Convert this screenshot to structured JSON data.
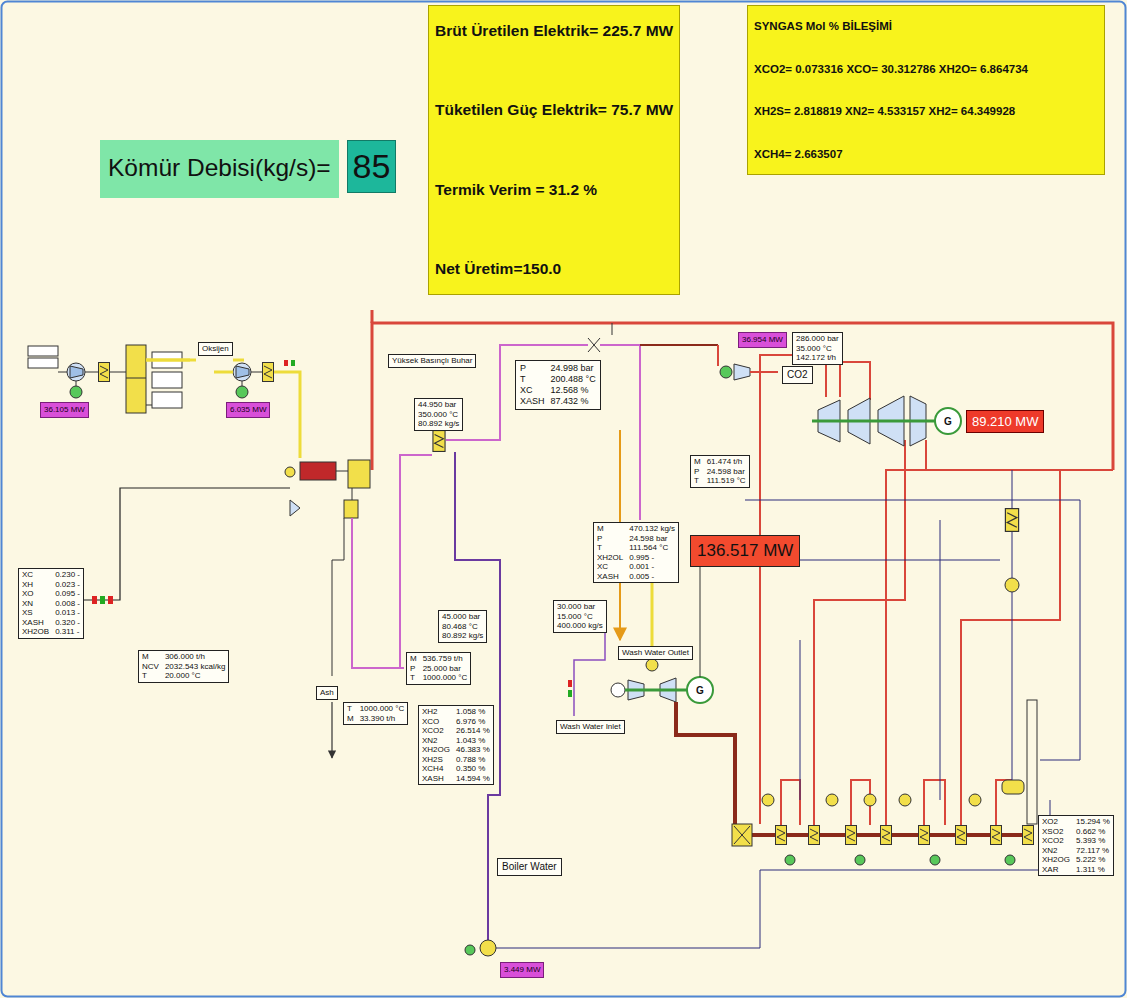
{
  "diagram": {
    "nodes": [
      {
        "text": [
          "Kömür Debisi(kg/s)="
        ]
      },
      {
        "text": [
          "85"
        ]
      },
      {
        "text": [
          "Brüt Üretilen Elektrik= 225.7 MW",
          "Tüketilen Güç Elektrik= 75.7 MW",
          "Termik Verim = 31.2 %",
          "Net Üretim=150.0"
        ]
      },
      {
        "text": [
          "SYNGAS Mol % BİLEŞİMİ",
          "XCO2= 0.073316 XCO= 30.312786 XH2O= 6.864734",
          "XH2S= 2.818819 XN2= 4.533157 XH2= 64.349928",
          "XCH4= 2.663507"
        ]
      },
      {
        "text": [
          "Oksijen"
        ]
      },
      {
        "text": [
          "36.105 MW"
        ]
      },
      {
        "text": [
          "6.035 MW"
        ]
      },
      {
        "text": [
          "Yüksek Basınçlı Buhar"
        ]
      },
      {
        "text": [
          "44.950 bar",
          "350.000 °C",
          "80.892 kg/s"
        ]
      },
      {
        "text": [
          "P",
          "24.998 bar",
          "T",
          "200.488 °C",
          "XC",
          "12.568 %",
          "XASH",
          "87.432 %"
        ]
      },
      {
        "text": [
          "36.954 MW"
        ]
      },
      {
        "text": [
          "286.000 bar",
          "35.000 °C",
          "142.172 t/h"
        ]
      },
      {
        "text": [
          "CO2"
        ]
      },
      {
        "text": [
          "M",
          "61.474 t/h",
          "P",
          "24.598 bar",
          "T",
          "111.519 °C"
        ]
      },
      {
        "text": [
          "89.210 MW"
        ]
      },
      {
        "text": [
          "136.517 MW"
        ]
      },
      {
        "text": [
          "M",
          "470.132 kg/s",
          "P",
          "24.598 bar",
          "T",
          "111.564 °C",
          "XH2OL",
          "0.995 -",
          "XC",
          "0.001 -",
          "XASH",
          "0.005 -"
        ]
      },
      {
        "text": [
          "30.000 bar",
          "15.000 °C",
          "400.000 kg/s"
        ]
      },
      {
        "text": [
          "XC",
          "0.230 -",
          "XH",
          "0.023 -",
          "XO",
          "0.095 -",
          "XN",
          "0.008 -",
          "XS",
          "0.013 -",
          "XASH",
          "0.320 -",
          "XH2OB",
          "0.311 -"
        ]
      },
      {
        "text": [
          "M",
          "306.000 t/h",
          "NCV",
          "2032.543 kcal/kg",
          "T",
          "20.000 °C"
        ]
      },
      {
        "text": [
          "45.000 bar",
          "80.468 °C",
          "80.892 kg/s"
        ]
      },
      {
        "text": [
          "M",
          "536.759 t/h",
          "P",
          "25.000 bar",
          "T",
          "1000.000 °C"
        ]
      },
      {
        "text": [
          "Wash Water Outlet"
        ]
      },
      {
        "text": [
          "Ash"
        ]
      },
      {
        "text": [
          "T",
          "1000.000 °C",
          "M",
          "33.390 t/h"
        ]
      },
      {
        "text": [
          "Wash Water Inlet"
        ]
      },
      {
        "text": [
          "XH2",
          "1.058 %",
          "XCO",
          "6.976 %",
          "XCO2",
          "26.514 %",
          "XN2",
          "1.043 %",
          "XH2OG",
          "46.383 %",
          "XH2S",
          "0.788 %",
          "XCH4",
          "0.350 %",
          "XASH",
          "14.594 %"
        ]
      },
      {
        "text": [
          "Boiler Water"
        ]
      },
      {
        "text": [
          "XO2",
          "15.294 %",
          "XSO2",
          "0.662 %",
          "XCO2",
          "5.393 %",
          "XN2",
          "72.117 %",
          "XH2OG",
          "5.222 %",
          "XAR",
          "1.311 %"
        ]
      },
      {
        "text": [
          "3.449 MW"
        ]
      }
    ],
    "labels": [
      "G",
      "G"
    ]
  }
}
